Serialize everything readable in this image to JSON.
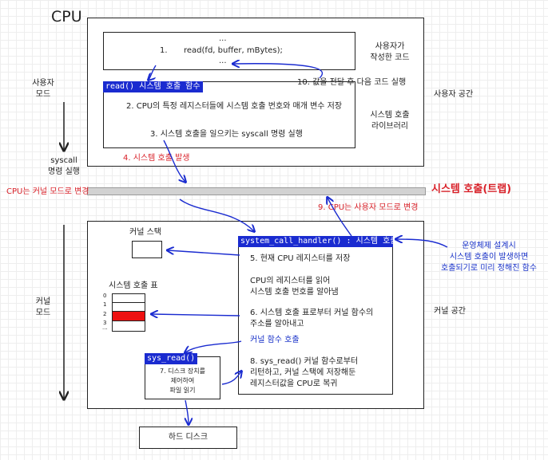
{
  "cpu_label": "CPU",
  "user_mode": [
    "사용자",
    "모드"
  ],
  "kernel_mode": [
    "커널",
    "모드"
  ],
  "syscall_exec": [
    "syscall",
    "명령 실행"
  ],
  "user_space": "사용자 공간",
  "kernel_space": "커널 공간",
  "user_code": {
    "dots_top": "...",
    "step1_num": "1.",
    "step1": "read(fd, buffer, mBytes);",
    "dots_bottom": "...",
    "label": [
      "사용자가",
      "작성한 코드"
    ]
  },
  "step10": "10. 값을 전달 후 다음 코드 실행",
  "library": {
    "header": "read() 시스템 호출 함수",
    "step2": "2. CPU의 특정 레지스터들에 시스템 호출 번호와 매개 변수 저장",
    "step3": "3. 시스템 호출을 일으키는 syscall 명령 실행",
    "label": [
      "시스템 호출",
      "라이브러리"
    ]
  },
  "step4": "4. 시스템 호출 발생",
  "cpu_kernel_switch": "CPU는 커널 모드로 변경",
  "syscall_trap": "시스템 호출(트랩)",
  "step9": "9. CPU는 사용자 모드로 변경",
  "kernel_stack": "커널 스택",
  "syscall_table": {
    "title": "시스템 호출 표",
    "indices": [
      "0",
      "1",
      "2",
      "3",
      "..."
    ]
  },
  "handler": {
    "header": "system_call_handler() : 시스템 호출 핸들러",
    "step5": "5. 현재 CPU 레지스터를 저장",
    "read_regs": [
      "CPU의 레지스터를 읽어",
      "시스템 호출 번호를 알아냄"
    ],
    "step6": [
      "6. 시스템 호출 표로부터 커널 함수의",
      "주소를 알아내고"
    ],
    "call_kernel": "커널 함수 호출",
    "step8": [
      "8. sys_read() 커널 함수로부터",
      "리턴하고, 커널 스택에 저장해둔",
      "레지스터값을 CPU로 복귀"
    ]
  },
  "sys_read": {
    "header": "sys_read()",
    "step7": [
      "7. 디스크 장치를",
      "제어하여",
      "파일 읽기"
    ]
  },
  "disk": "하드 디스크",
  "handler_note": [
    "운영체제 설계시",
    "시스템 호출이 발생하면",
    "호출되기로 미리 정해진 함수"
  ],
  "colors": {
    "accent_blue": "#1a2bd0",
    "red": "#d9222a",
    "table_highlight": "#ee1111"
  }
}
